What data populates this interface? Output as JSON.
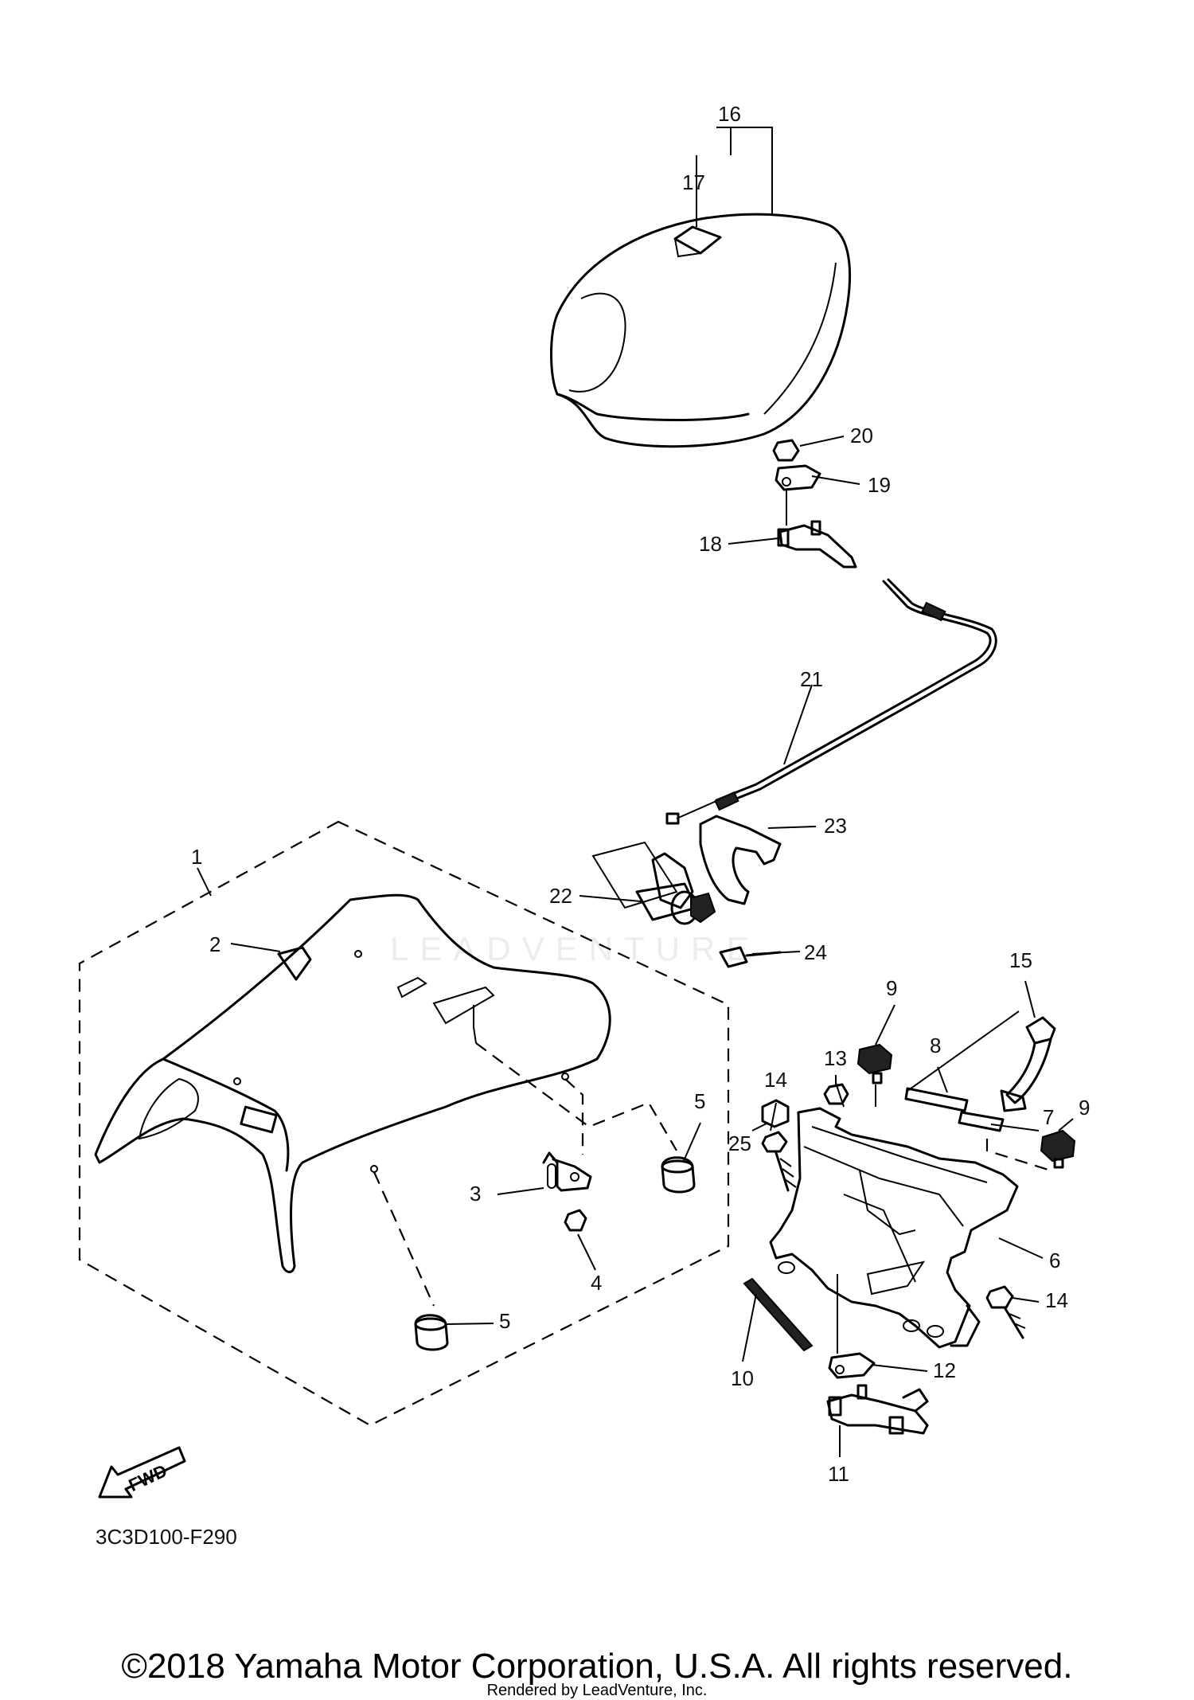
{
  "callouts": [
    {
      "id": "1",
      "label": "1"
    },
    {
      "id": "2",
      "label": "2"
    },
    {
      "id": "3",
      "label": "3"
    },
    {
      "id": "4",
      "label": "4"
    },
    {
      "id": "5a",
      "label": "5"
    },
    {
      "id": "5b",
      "label": "5"
    },
    {
      "id": "6",
      "label": "6"
    },
    {
      "id": "7",
      "label": "7"
    },
    {
      "id": "8",
      "label": "8"
    },
    {
      "id": "9a",
      "label": "9"
    },
    {
      "id": "9b",
      "label": "9"
    },
    {
      "id": "10",
      "label": "10"
    },
    {
      "id": "11",
      "label": "11"
    },
    {
      "id": "12",
      "label": "12"
    },
    {
      "id": "13",
      "label": "13"
    },
    {
      "id": "14a",
      "label": "14"
    },
    {
      "id": "14b",
      "label": "14"
    },
    {
      "id": "15",
      "label": "15"
    },
    {
      "id": "16",
      "label": "16"
    },
    {
      "id": "17",
      "label": "17"
    },
    {
      "id": "18",
      "label": "18"
    },
    {
      "id": "19",
      "label": "19"
    },
    {
      "id": "20",
      "label": "20"
    },
    {
      "id": "21",
      "label": "21"
    },
    {
      "id": "22",
      "label": "22"
    },
    {
      "id": "23",
      "label": "23"
    },
    {
      "id": "24",
      "label": "24"
    },
    {
      "id": "25",
      "label": "25"
    }
  ],
  "fwd_label": "FWD",
  "diagram_code": "3C3D100-F290",
  "copyright": "©2018 Yamaha Motor Corporation, U.S.A. All rights reserved.",
  "rendered_by": "Rendered by LeadVenture, Inc.",
  "watermark": "LEADVENTURE"
}
